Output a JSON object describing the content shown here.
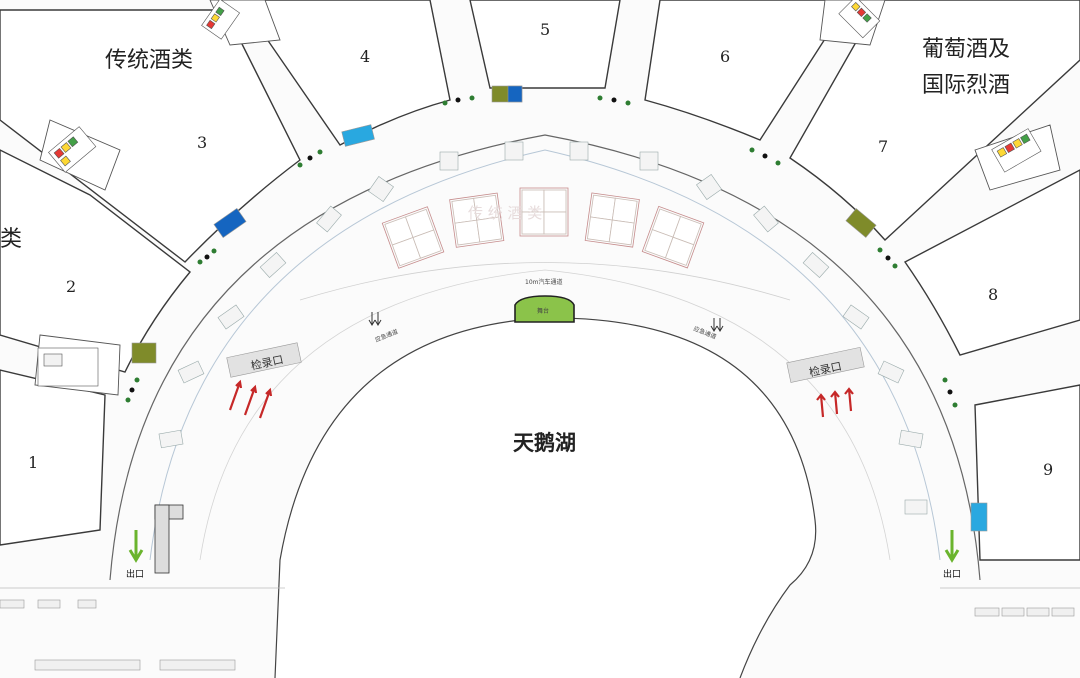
{
  "map": {
    "lake_label": "天鹅湖",
    "hall_numbers": [
      "1",
      "2",
      "3",
      "4",
      "5",
      "6",
      "7",
      "8",
      "9"
    ],
    "category_labels": {
      "traditional_liquor": "传统酒类",
      "wine_line1": "葡萄酒及",
      "wine_line2": "国际烈酒",
      "partial_left": "类"
    },
    "checkin_left": "检录口",
    "checkin_right": "检录口",
    "exit_left": "出口",
    "exit_right": "出口",
    "road_label": "10m汽车通道",
    "emergency_left": "应急通道",
    "emergency_right": "应急通道",
    "stage_label": "舞台",
    "center_watermark": "传 统 酒 类",
    "colors": {
      "kiosk_blue": "#1565c0",
      "kiosk_cyan": "#29a8e0",
      "kiosk_olive": "#7f8b2a",
      "kiosk_green": "#2e7d32",
      "stage_fill": "#8bc34a",
      "arrow_red": "#c62828",
      "arrow_green": "#6ab42d"
    }
  }
}
